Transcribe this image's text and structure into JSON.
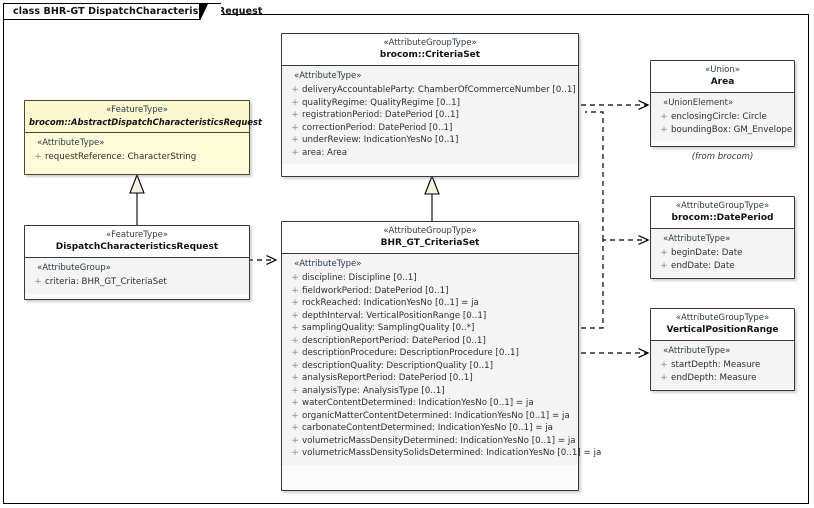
{
  "diagram": {
    "title": "class BHR-GT DispatchCharacteristicsRequest",
    "from_note": "(from brocom)"
  },
  "classes": {
    "criteriaSet": {
      "stereotype": "«AttributeGroupType»",
      "name": "brocom::CriteriaSet",
      "group_stereotype": "«AttributeType»",
      "attributes": [
        {
          "vis": "+",
          "text": "deliveryAccountableParty: ChamberOfCommerceNumber [0..1]"
        },
        {
          "vis": "+",
          "text": "qualityRegime: QualityRegime [0..1]"
        },
        {
          "vis": "+",
          "text": "registrationPeriod: DatePeriod [0..1]"
        },
        {
          "vis": "+",
          "text": "correctionPeriod: DatePeriod [0..1]"
        },
        {
          "vis": "+",
          "text": "underReview: IndicationYesNo [0..1]"
        },
        {
          "vis": "+",
          "text": "area: Area"
        }
      ]
    },
    "abstractRequest": {
      "stereotype": "«FeatureType»",
      "name": "brocom::AbstractDispatchCharacteristicsRequest",
      "group_stereotype": "«AttributeType»",
      "attributes": [
        {
          "vis": "+",
          "text": "requestReference: CharacterString"
        }
      ]
    },
    "dispatchRequest": {
      "stereotype": "«FeatureType»",
      "name": "DispatchCharacteristicsRequest",
      "group_stereotype": "«AttributeGroup»",
      "attributes": [
        {
          "vis": "+",
          "text": "criteria: BHR_GT_CriteriaSet"
        }
      ]
    },
    "bhrCriteriaSet": {
      "stereotype": "«AttributeGroupType»",
      "name": "BHR_GT_CriteriaSet",
      "group_stereotype": "«AttributeType»",
      "attributes": [
        {
          "vis": "+",
          "text": "discipline: Discipline [0..1]"
        },
        {
          "vis": "+",
          "text": "fieldworkPeriod: DatePeriod [0..1]"
        },
        {
          "vis": "+",
          "text": "rockReached: IndicationYesNo [0..1] = ja"
        },
        {
          "vis": "+",
          "text": "depthInterval: VerticalPositionRange [0..1]"
        },
        {
          "vis": "+",
          "text": "samplingQuality: SamplingQuality [0..*]"
        },
        {
          "vis": "+",
          "text": "descriptionReportPeriod: DatePeriod [0..1]"
        },
        {
          "vis": "+",
          "text": "descriptionProcedure: DescriptionProcedure [0..1]"
        },
        {
          "vis": "+",
          "text": "descriptionQuality: DescriptionQuality [0..1]"
        },
        {
          "vis": "+",
          "text": "analysisReportPeriod: DatePeriod [0..1]"
        },
        {
          "vis": "+",
          "text": "analysisType: AnalysisType [0..1]"
        },
        {
          "vis": "+",
          "text": "waterContentDetermined: IndicationYesNo [0..1] = ja"
        },
        {
          "vis": "+",
          "text": "organicMatterContentDetermined: IndicationYesNo [0..1] = ja"
        },
        {
          "vis": "+",
          "text": "carbonateContentDetermined: IndicationYesNo [0..1] = ja"
        },
        {
          "vis": "+",
          "text": "volumetricMassDensityDetermined: IndicationYesNo [0..1] = ja"
        },
        {
          "vis": "+",
          "text": "volumetricMassDensitySolidsDetermined: IndicationYesNo [0..1] = ja"
        }
      ]
    },
    "area": {
      "stereotype": "«Union»",
      "name": "Area",
      "group_stereotype": "«UnionElement»",
      "attributes": [
        {
          "vis": "+",
          "text": "enclosingCircle: Circle"
        },
        {
          "vis": "+",
          "text": "boundingBox: GM_Envelope"
        }
      ]
    },
    "datePeriod": {
      "stereotype": "«AttributeGroupType»",
      "name": "brocom::DatePeriod",
      "group_stereotype": "«AttributeType»",
      "attributes": [
        {
          "vis": "+",
          "text": "beginDate: Date"
        },
        {
          "vis": "+",
          "text": "endDate: Date"
        }
      ]
    },
    "verticalPositionRange": {
      "stereotype": "«AttributeGroupType»",
      "name": "VerticalPositionRange",
      "group_stereotype": "«AttributeType»",
      "attributes": [
        {
          "vis": "+",
          "text": "startDepth: Measure"
        },
        {
          "vis": "+",
          "text": "endDepth: Measure"
        }
      ]
    }
  },
  "colors": {
    "feature_fill": "#fdfbd8",
    "class_fill": "#f4f4f4",
    "header_fill": "#ffffff",
    "border": "#35383d",
    "stereotype_text": "#2b3a4a"
  }
}
